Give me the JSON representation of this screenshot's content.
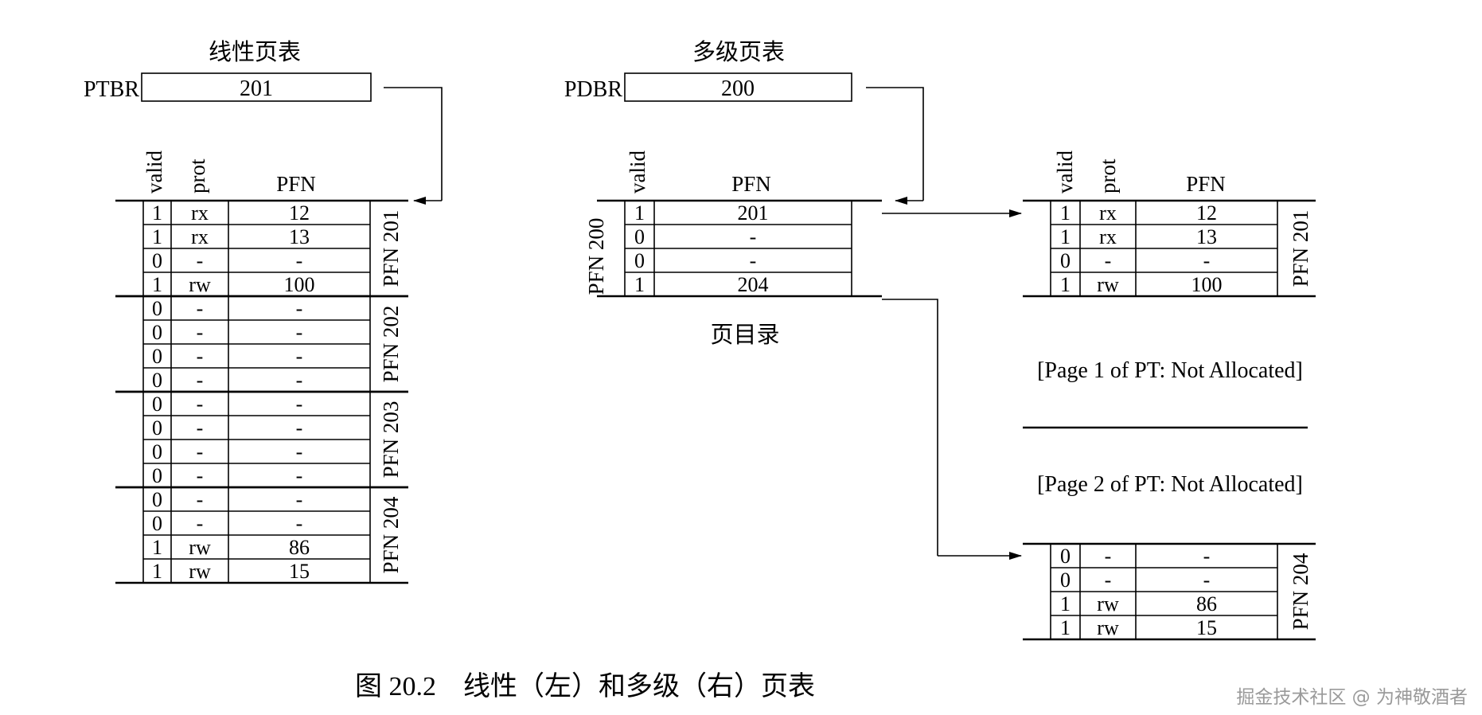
{
  "linear": {
    "title": "线性页表",
    "reg_label": "PTBR",
    "reg_value": "201",
    "headers": [
      "valid",
      "prot",
      "PFN"
    ],
    "pages": [
      {
        "label": "PFN 201",
        "rows": [
          [
            "1",
            "rx",
            "12"
          ],
          [
            "1",
            "rx",
            "13"
          ],
          [
            "0",
            "-",
            "-"
          ],
          [
            "1",
            "rw",
            "100"
          ]
        ]
      },
      {
        "label": "PFN 202",
        "rows": [
          [
            "0",
            "-",
            "-"
          ],
          [
            "0",
            "-",
            "-"
          ],
          [
            "0",
            "-",
            "-"
          ],
          [
            "0",
            "-",
            "-"
          ]
        ]
      },
      {
        "label": "PFN 203",
        "rows": [
          [
            "0",
            "-",
            "-"
          ],
          [
            "0",
            "-",
            "-"
          ],
          [
            "0",
            "-",
            "-"
          ],
          [
            "0",
            "-",
            "-"
          ]
        ]
      },
      {
        "label": "PFN 204",
        "rows": [
          [
            "0",
            "-",
            "-"
          ],
          [
            "0",
            "-",
            "-"
          ],
          [
            "1",
            "rw",
            "86"
          ],
          [
            "1",
            "rw",
            "15"
          ]
        ]
      }
    ]
  },
  "multi": {
    "title": "多级页表",
    "reg_label": "PDBR",
    "reg_value": "200",
    "dir_headers": [
      "valid",
      "PFN"
    ],
    "dir_label": "PFN 200",
    "dir_caption": "页目录",
    "dir_rows": [
      [
        "1",
        "201"
      ],
      [
        "0",
        "-"
      ],
      [
        "0",
        "-"
      ],
      [
        "1",
        "204"
      ]
    ],
    "pt_headers": [
      "valid",
      "prot",
      "PFN"
    ],
    "pt0": {
      "label": "PFN 201",
      "rows": [
        [
          "1",
          "rx",
          "12"
        ],
        [
          "1",
          "rx",
          "13"
        ],
        [
          "0",
          "-",
          "-"
        ],
        [
          "1",
          "rw",
          "100"
        ]
      ]
    },
    "note1": "[Page 1 of PT: Not Allocated]",
    "note2": "[Page 2 of PT: Not Allocated]",
    "pt3": {
      "label": "PFN 204",
      "rows": [
        [
          "0",
          "-",
          "-"
        ],
        [
          "0",
          "-",
          "-"
        ],
        [
          "1",
          "rw",
          "86"
        ],
        [
          "1",
          "rw",
          "15"
        ]
      ]
    }
  },
  "caption": "图 20.2　线性（左）和多级（右）页表",
  "watermark": "掘金技术社区 @ 为神敬酒者"
}
